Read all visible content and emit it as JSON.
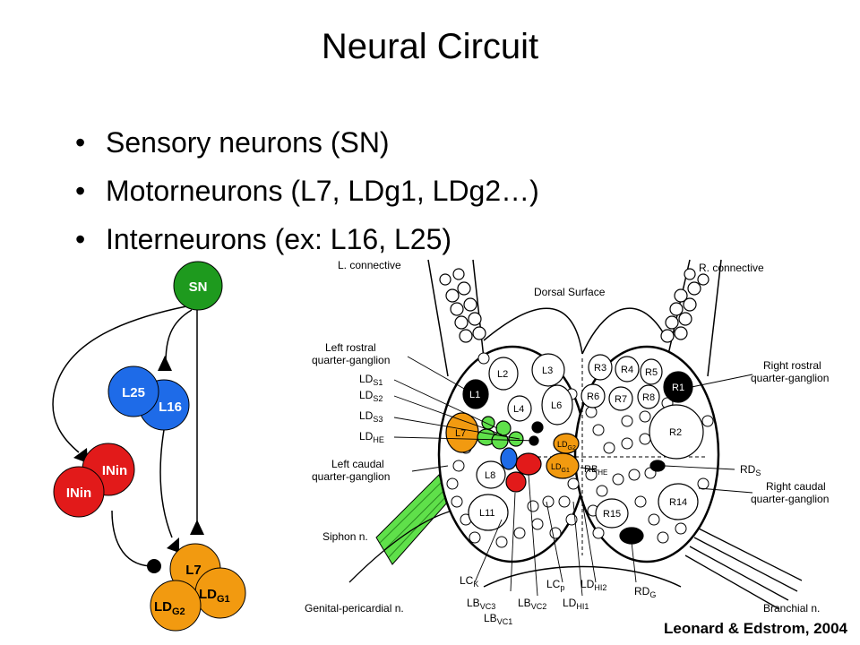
{
  "title": "Neural Circuit",
  "bullets": [
    "Sensory neurons (SN)",
    "Motorneurons (L7, LDg1, LDg2…)",
    "Interneurons (ex: L16, L25)"
  ],
  "citation": "Leonard & Edstrom, 2004",
  "circuit": {
    "sn": "SN",
    "l25": "L25",
    "l16": "L16",
    "inin_back": "INin",
    "inin_front": "INin",
    "l7": "L7",
    "ldg1_main": "LD",
    "ldg1_sub": "G1",
    "ldg2_main": "LD",
    "ldg2_sub": "G2"
  },
  "map": {
    "l_connective": "L. connective",
    "r_connective": "R. connective",
    "dorsal_surface": "Dorsal Surface",
    "left_rostral_1": "Left rostral",
    "left_rostral_2": "quarter-ganglion",
    "lds1": "LD",
    "lds1_sub": "S1",
    "lds2": "LD",
    "lds2_sub": "S2",
    "lds3": "LD",
    "lds3_sub": "S3",
    "ldhe": "LD",
    "ldhe_sub": "HE",
    "left_caudal_1": "Left caudal",
    "left_caudal_2": "quarter-ganglion",
    "siphon": "Siphon n.",
    "genital": "Genital-pericardial n.",
    "right_rostral_1": "Right rostral",
    "right_rostral_2": "quarter-ganglion",
    "rds": "RD",
    "rds_sub": "S",
    "right_caudal_1": "Right caudal",
    "right_caudal_2": "quarter-ganglion",
    "branchial": "Branchial n.",
    "lck": "LC",
    "lck_sub": "K",
    "lbvc3": "LB",
    "lbvc3_sub": "VC3",
    "lbvc1": "LB",
    "lbvc1_sub": "VC1",
    "lbvc2": "LB",
    "lbvc2_sub": "VC2",
    "lcp": "LC",
    "lcp_sub": "p",
    "ldhi1": "LD",
    "ldhi1_sub": "HI1",
    "ldhi2": "LD",
    "ldhi2_sub": "HI2",
    "rdg": "RD",
    "rdg_sub": "G",
    "rbhe": "RB",
    "rbhe_sub": "HE",
    "cells": {
      "l1": "L1",
      "l2": "L2",
      "l3": "L3",
      "l4": "L4",
      "l6": "L6",
      "l7": "L7",
      "l8": "L8",
      "l11": "L11",
      "ldg2": "LD",
      "ldg2_sub": "G2",
      "ldg1": "LD",
      "ldg1_sub": "G1",
      "r1": "R1",
      "r2": "R2",
      "r3": "R3",
      "r4": "R4",
      "r5": "R5",
      "r6": "R6",
      "r7": "R7",
      "r8": "R8",
      "r14": "R14",
      "r15": "R15"
    }
  }
}
